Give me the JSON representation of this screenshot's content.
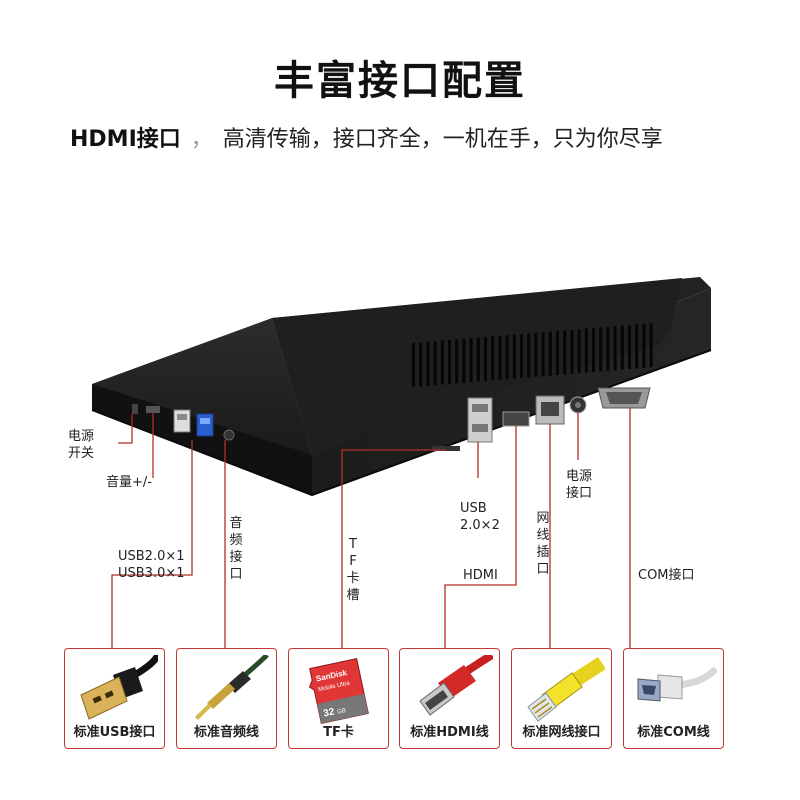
{
  "title": "丰富接口配置",
  "subtitle": {
    "highlight": "HDMI接口",
    "separator": "，",
    "text": "高清传输，接口齐全，一机在手，只为你尽享"
  },
  "callouts": {
    "power_switch": "电源开关",
    "volume": "音量+/-",
    "usb_front": "USB2.0×1\nUSB3.0×1",
    "audio_port": "音频接口",
    "tf_slot": "TF卡槽",
    "usb_back": "USB\n2.0×2",
    "hdmi": "HDMI",
    "network_port": "网线插口",
    "power_port": "电源\n接口",
    "com_port": "COM接口"
  },
  "cards": [
    {
      "label": "标准USB接口",
      "icon": "usb-plug-icon"
    },
    {
      "label": "标准音频线",
      "icon": "audio-jack-icon"
    },
    {
      "label": "TF卡",
      "icon": "tf-card-icon"
    },
    {
      "label": "标准HDMI线",
      "icon": "hdmi-plug-icon"
    },
    {
      "label": "标准网线接口",
      "icon": "rj45-plug-icon"
    },
    {
      "label": "标准COM线",
      "icon": "com-plug-icon"
    }
  ],
  "tf_card": {
    "brand": "SanDisk",
    "line": "Mobile Ultra",
    "capacity": "32",
    "unit": "GB"
  },
  "colors": {
    "accent": "#c23a33",
    "device": "#1a1a1a",
    "callout_line": "#b22d28"
  }
}
